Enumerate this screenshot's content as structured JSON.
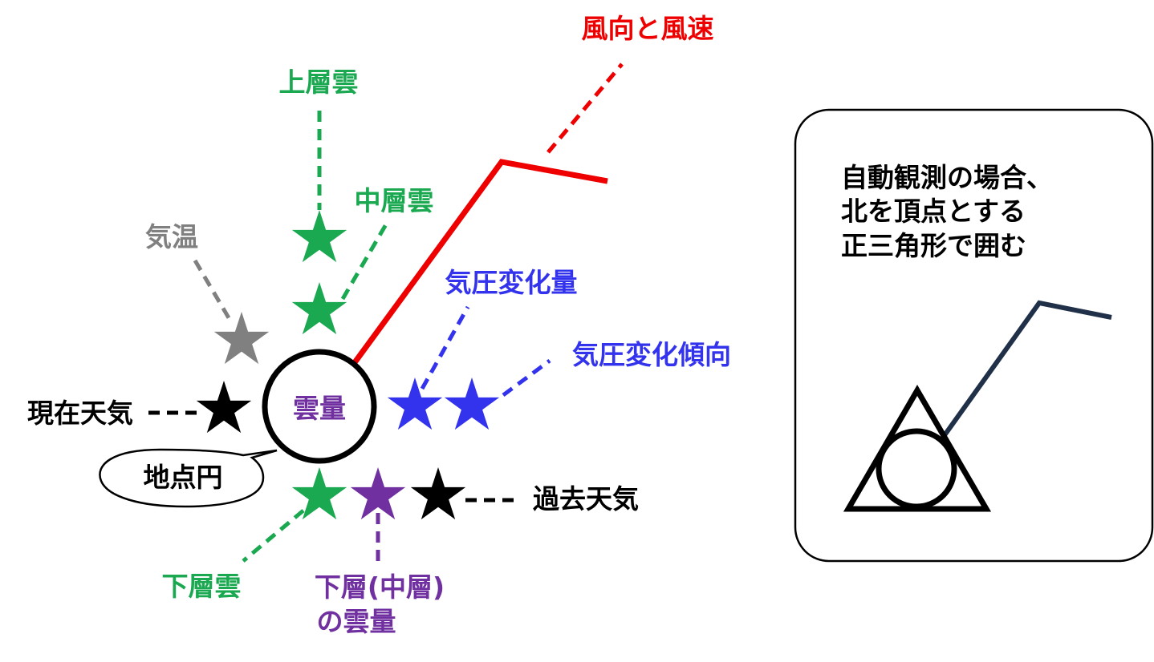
{
  "labels": {
    "wind": "風向と風速",
    "high_cloud": "上層雲",
    "mid_cloud": "中層雲",
    "temperature": "気温",
    "pressure_change": "気圧変化量",
    "pressure_tendency": "気圧変化傾向",
    "present_weather": "現在天気",
    "cloud_amount": "雲量",
    "station_circle": "地点円",
    "past_weather": "過去天気",
    "low_cloud": "下層雲",
    "low_mid_cloud_amount_line1": "下層(中層)",
    "low_mid_cloud_amount_line2": "の雲量"
  },
  "auto_note": {
    "line1": "自動観測の場合、",
    "line2": "北を頂点とする",
    "line3": "正三角形で囲む"
  },
  "colors": {
    "wind": "#ee0000",
    "cloud_green": "#1aa850",
    "temperature_gray": "#808080",
    "pressure_blue": "#3333ee",
    "purple": "#7030a0",
    "black": "#000000",
    "navy": "#1f3048"
  },
  "icons": {
    "star": "star-icon"
  }
}
